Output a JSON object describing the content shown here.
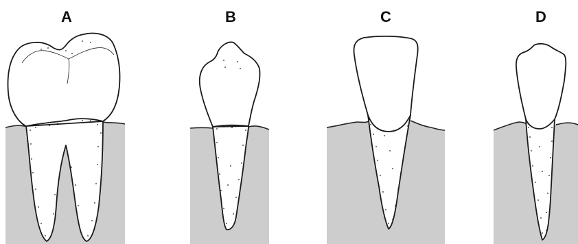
{
  "panels": [
    {
      "label": "A",
      "tooth": "molar"
    },
    {
      "label": "B",
      "tooth": "premolar"
    },
    {
      "label": "C",
      "tooth": "incisor"
    },
    {
      "label": "D",
      "tooth": "incisor-narrow"
    }
  ],
  "colors": {
    "bone": "#cdcdcd",
    "outline": "#1a1a1a",
    "background": "#ffffff"
  }
}
